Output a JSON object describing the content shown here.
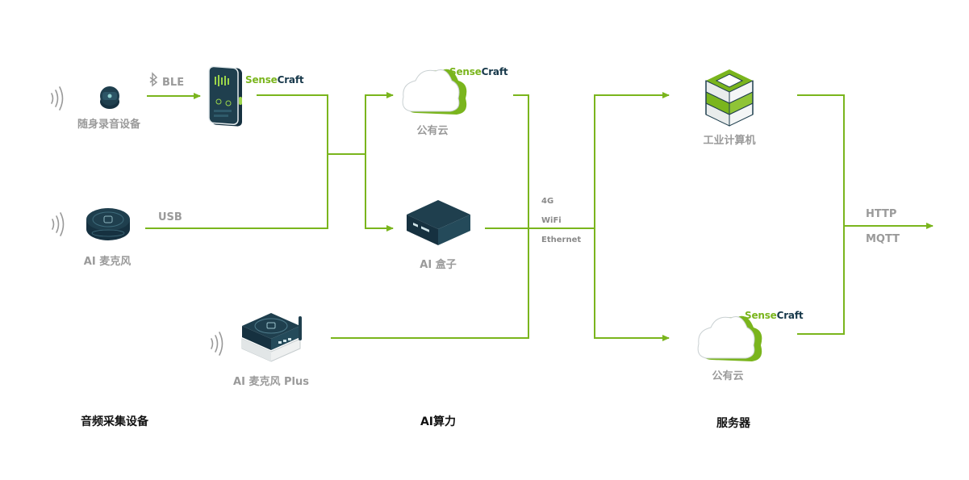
{
  "devices": {
    "recorder": "随身录音设备",
    "ai_mic": "AI 麦克风",
    "ai_mic_plus": "AI 麦克风 Plus"
  },
  "links": {
    "ble": "BLE",
    "usb": "USB"
  },
  "compute": {
    "cloud": "公有云",
    "ai_box": "AI 盒子"
  },
  "network": [
    "4G",
    "WiFi",
    "Ethernet"
  ],
  "servers": {
    "industrial_pc": "工业计算机",
    "cloud": "公有云"
  },
  "protocols": [
    "HTTP",
    "MQTT"
  ],
  "brand": {
    "part1": "Sense",
    "part2": "Craft"
  },
  "sections": {
    "audio": "音频采集设备",
    "compute": "AI算力",
    "server": "服务器"
  },
  "colors": {
    "line": "#7ab51d",
    "device_dark": "#1f3f4e",
    "cloud_green": "#7ab51d",
    "label_gray": "#9a9a9a"
  }
}
